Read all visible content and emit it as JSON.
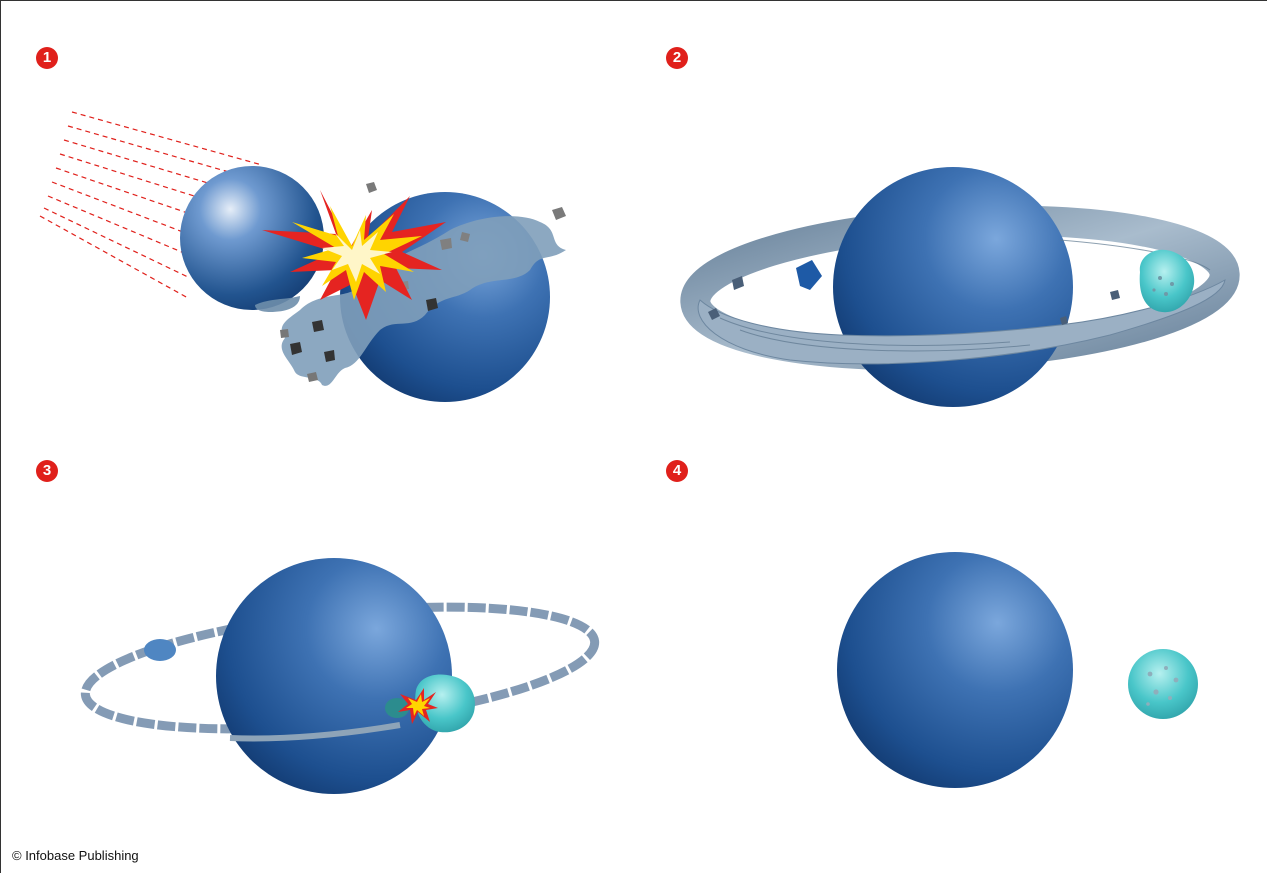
{
  "figure": {
    "steps": [
      {
        "number": "1"
      },
      {
        "number": "2"
      },
      {
        "number": "3"
      },
      {
        "number": "4"
      }
    ],
    "credit": "© Infobase Publishing"
  },
  "colors": {
    "badge": "#e0201b",
    "planet": "#1f5596",
    "moon": "#3fc3c6",
    "ring": "#8ea4b8",
    "explosion_red": "#e52421",
    "explosion_yellow": "#ffd400",
    "impact_trail": "#e0201b"
  }
}
